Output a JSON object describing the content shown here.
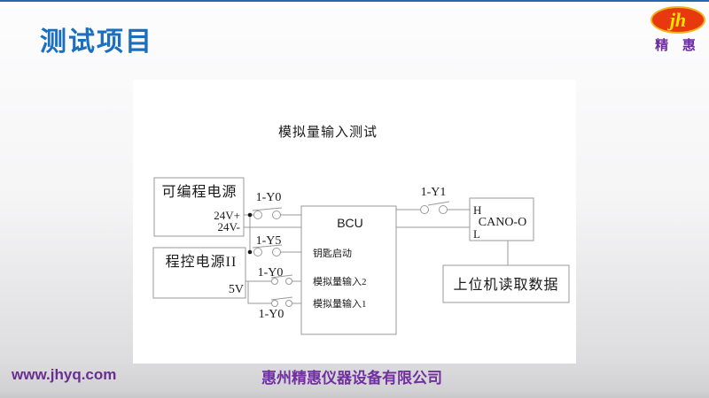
{
  "slide": {
    "page_title": "测试项目",
    "accent_top_color": "#2566ae",
    "title_color": "#1b6fbf",
    "panel_color": "#ffffff"
  },
  "logo": {
    "monogram": "jh",
    "wordmark": "精 惠",
    "ellipse_color": "#e8380d",
    "monogram_color": "#ffe400",
    "wordmark_color": "#6b2d9b"
  },
  "diagram": {
    "title": "模拟量输入测试",
    "power_box_1": {
      "label": "可编程电源",
      "terminal_pos": "24V+",
      "terminal_neg": "24V-"
    },
    "power_box_2": {
      "label": "程控电源II",
      "terminal": "5V"
    },
    "bcu_box": {
      "label": "BCU",
      "input_key": "钥匙启动",
      "input_analog2": "模拟量输入2",
      "input_analog1": "模拟量输入1"
    },
    "can_box": {
      "label": "CANO-O",
      "pin_h": "H",
      "pin_l": "L"
    },
    "host_box": {
      "label": "上位机读取数据"
    },
    "switches": [
      "1-Y0",
      "1-Y5",
      "1-Y0",
      "1-Y0",
      "1-Y1"
    ],
    "wire_color": "#9a9a9a",
    "text_color": "#1a1a1a"
  },
  "footer": {
    "website": "www.jhyq.com",
    "company": "惠州精惠仪器设备有限公司",
    "text_color": "#7030a0"
  }
}
